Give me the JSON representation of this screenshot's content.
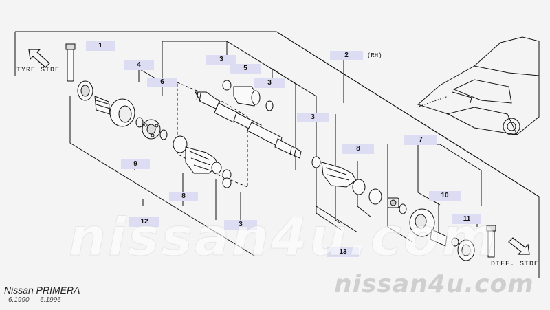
{
  "diagram": {
    "direction_labels": {
      "tyre_side": "TYRE SIDE",
      "diff_side": "DIFF. SIDE"
    },
    "rh_note": "(RH)",
    "callouts": [
      {
        "id": "c1",
        "label": "1"
      },
      {
        "id": "c2",
        "label": "2"
      },
      {
        "id": "c3a",
        "label": "3"
      },
      {
        "id": "c3b",
        "label": "3"
      },
      {
        "id": "c3c",
        "label": "3"
      },
      {
        "id": "c3d",
        "label": "3"
      },
      {
        "id": "c4",
        "label": "4"
      },
      {
        "id": "c5",
        "label": "5"
      },
      {
        "id": "c6",
        "label": "6"
      },
      {
        "id": "c7",
        "label": "7"
      },
      {
        "id": "c8a",
        "label": "8"
      },
      {
        "id": "c8b",
        "label": "8"
      },
      {
        "id": "c9",
        "label": "9"
      },
      {
        "id": "c10",
        "label": "10"
      },
      {
        "id": "c11",
        "label": "11"
      },
      {
        "id": "c12",
        "label": "12"
      },
      {
        "id": "c13",
        "label": "13"
      }
    ]
  },
  "watermark": {
    "main": "nissan4u.com",
    "corner": "nissan4u.com"
  },
  "footer": {
    "model": "Nissan PRIMERA",
    "production_dates": "6.1990 — 6.1996"
  },
  "colors": {
    "line": "#111111",
    "callout_bg": "#dcdcf2",
    "background": "#f4f4f4"
  }
}
